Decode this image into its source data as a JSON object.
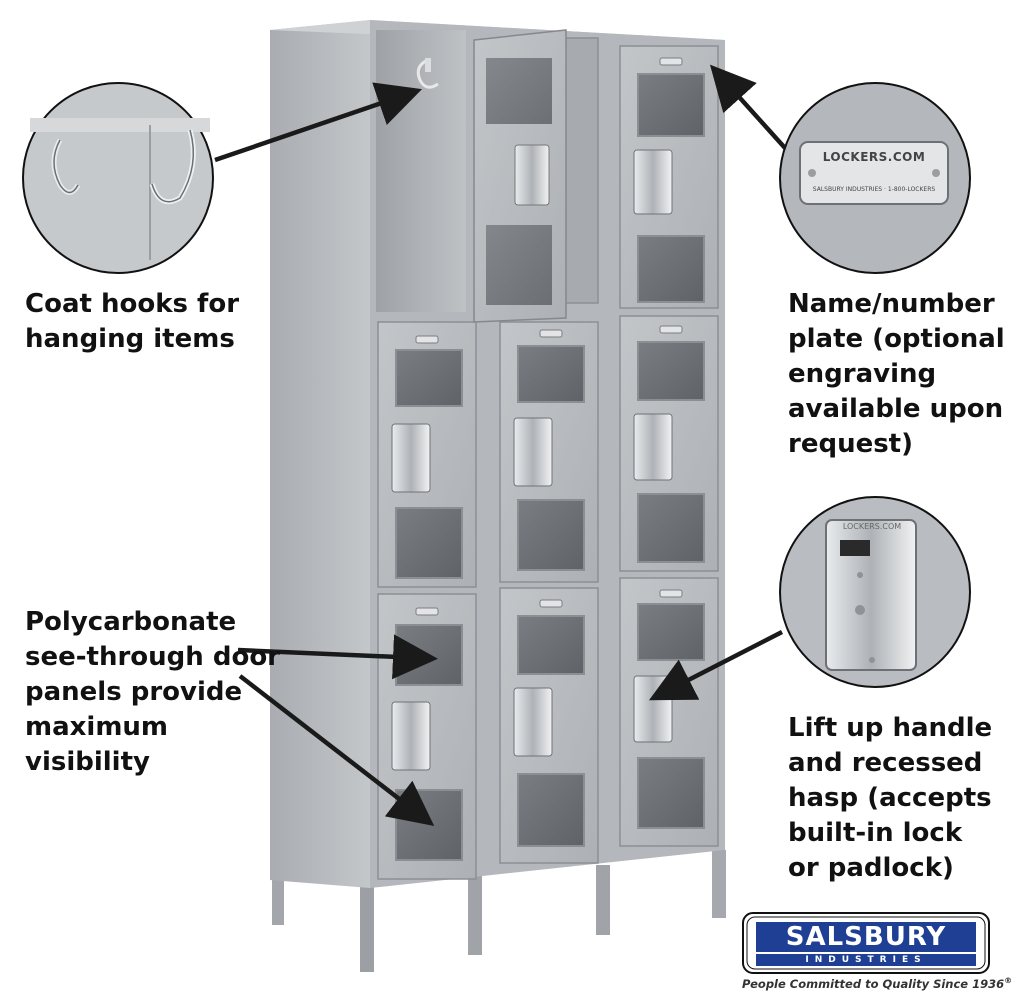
{
  "callouts": {
    "coat_hooks": {
      "lines": [
        "Coat hooks for",
        "hanging items"
      ]
    },
    "name_plate": {
      "lines": [
        "Name/number",
        "plate (optional",
        "engraving",
        "available upon",
        "request)"
      ],
      "plate_text": "LOCKERS.COM",
      "plate_subtext": "SALSBURY INDUSTRIES · 1-800-LOCKERS"
    },
    "door_panels": {
      "lines": [
        "Polycarbonate",
        "see-through door",
        "panels provide",
        "maximum",
        "visibility"
      ]
    },
    "handle": {
      "lines": [
        "Lift up handle",
        "and recessed",
        "hasp (accepts",
        "built-in lock",
        "or padlock)"
      ],
      "plate_text": "LOCKERS.COM"
    }
  },
  "brand": {
    "name": "SALSBURY",
    "subname": "INDUSTRIES",
    "tagline": "People Committed to Quality Since 1936",
    "registered_mark": "®"
  },
  "colors": {
    "locker_gray": "#b7babd",
    "locker_dark": "#8f9296",
    "window_dark": "#6f7377",
    "text": "#111111",
    "arrow": "#1a1a1a",
    "logo_blue": "#1f3f94"
  }
}
